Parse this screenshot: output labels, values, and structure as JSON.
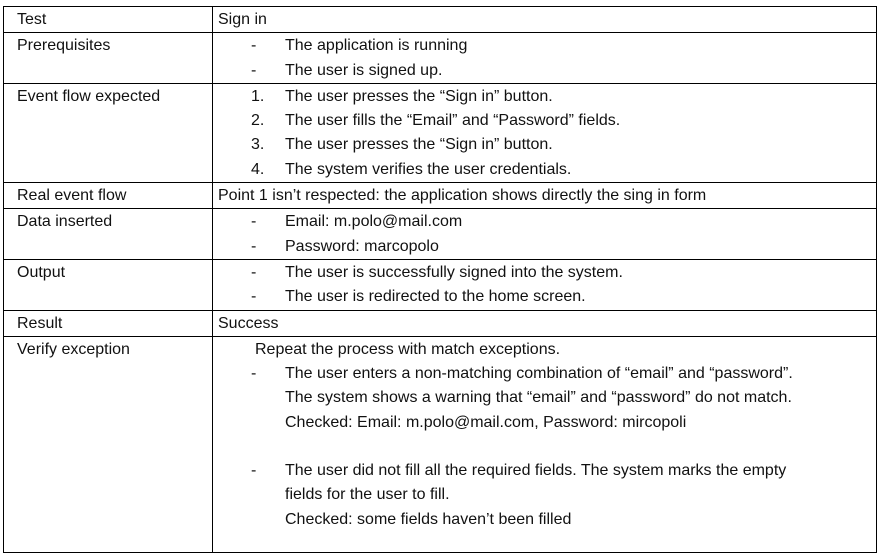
{
  "rows": {
    "test": {
      "label": "Test",
      "value": "Sign in"
    },
    "prerequisites": {
      "label": "Prerequisites",
      "bullet": "-",
      "items": [
        "The application is running",
        "The user is signed up."
      ]
    },
    "event_flow_expected": {
      "label": "Event flow expected",
      "numbers": [
        "1.",
        "2.",
        "3.",
        "4."
      ],
      "items": [
        "The user presses the “Sign in” button.",
        "The user fills the “Email” and “Password” fields.",
        "The user presses the “Sign in” button.",
        "The system verifies the user credentials."
      ]
    },
    "real_event_flow": {
      "label": "Real event flow",
      "value": "Point 1 isn’t respected: the application shows directly the sing in form"
    },
    "data_inserted": {
      "label": "Data inserted",
      "bullet": "-",
      "items": [
        "Email: m.polo@mail.com",
        "Password: marcopolo"
      ]
    },
    "output": {
      "label": "Output",
      "bullet": "-",
      "items": [
        "The user is successfully signed into the system.",
        "The user is redirected to the home screen."
      ]
    },
    "result": {
      "label": "Result",
      "value": "Success"
    },
    "verify_exception": {
      "label": "Verify exception",
      "intro": "Repeat the process with match exceptions.",
      "bullet": "-",
      "exception1": {
        "line1": "The user enters a non-matching combination of “email” and “password”.",
        "line2": "The system shows a warning that “email” and “password” do not match.",
        "line3": "Checked:  Email: m.polo@mail.com, Password: mircopoli"
      },
      "exception2": {
        "line1": " The user did not fill all the required fields. The system marks the empty",
        "line2": "fields for the user to fill.",
        "line3": "Checked: some fields haven’t been filled"
      }
    }
  }
}
